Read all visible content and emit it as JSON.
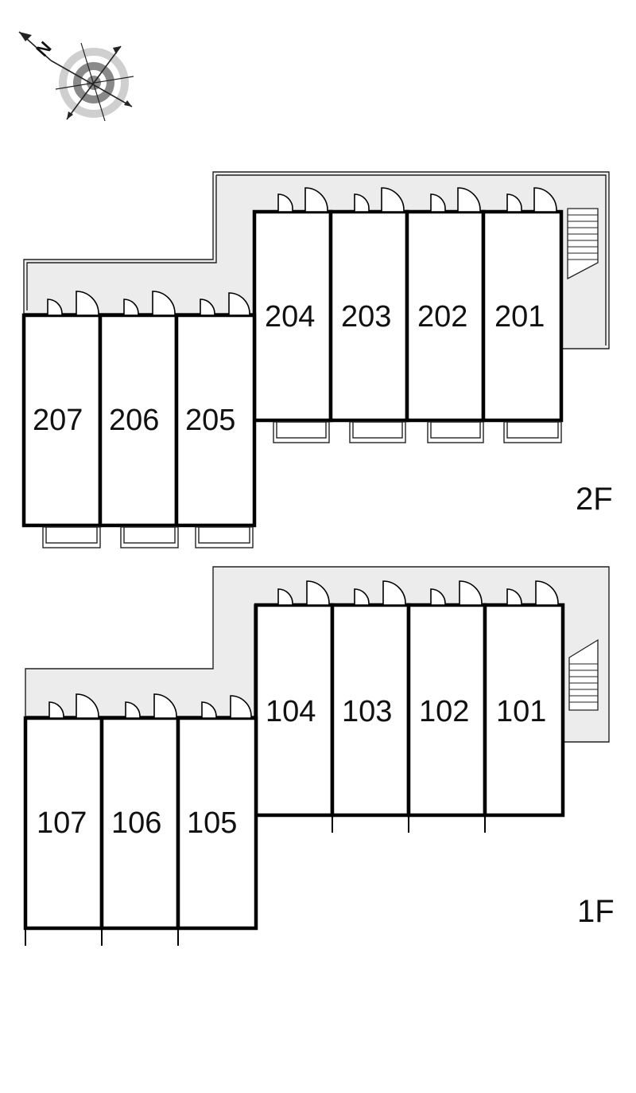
{
  "compass": {
    "north_label": "N",
    "icon": "compass-icon"
  },
  "floors": [
    {
      "id": "2F",
      "label": "2F",
      "upper_units": [
        "204",
        "203",
        "202",
        "201"
      ],
      "lower_units": [
        "207",
        "206",
        "205"
      ]
    },
    {
      "id": "1F",
      "label": "1F",
      "upper_units": [
        "104",
        "103",
        "102",
        "101"
      ],
      "lower_units": [
        "107",
        "106",
        "105"
      ]
    }
  ],
  "colors": {
    "corridor": "#ececec",
    "wall": "#000000",
    "background": "#ffffff"
  }
}
